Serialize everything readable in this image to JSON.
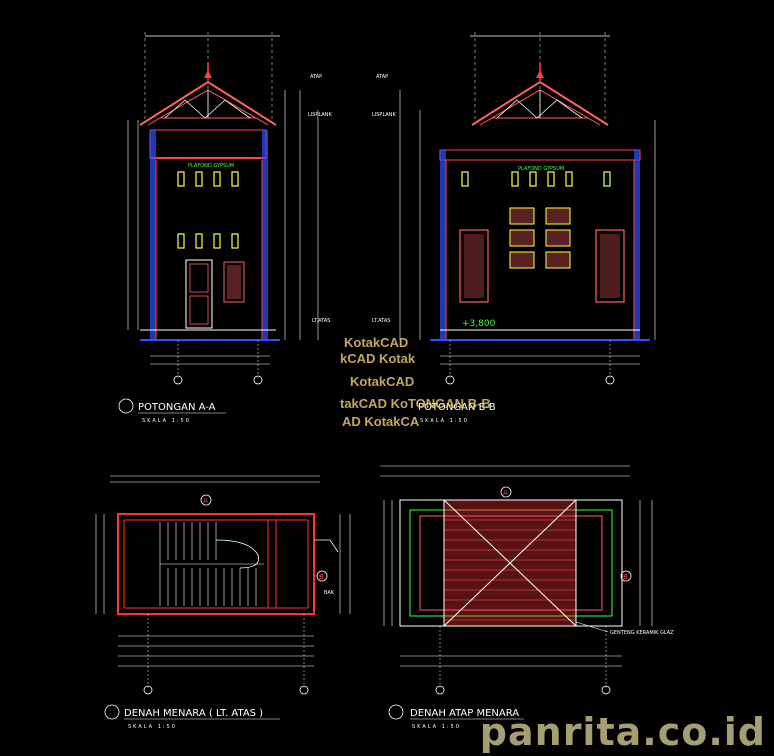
{
  "titles": {
    "section_a": "POTONGAN A-A",
    "section_b": "POTONGAN B-B",
    "plan_upper": "DENAH MENARA ( LT. ATAS )",
    "plan_roof": "DENAH ATAP MENARA",
    "scale": "SKALA 1:50"
  },
  "labels": {
    "atap": "ATAP",
    "lisplank": "LISPLANK",
    "plafond": "PLAFOND GYPSUM",
    "lt_atas": "LT.ATAS",
    "level": "+3,800",
    "genteng": "GENTENG KERAMIK GLAZ",
    "bak": "BAK",
    "grid_b": "B",
    "grid_a": "A"
  },
  "watermark": {
    "lines": [
      "KotakCAD",
      "kCAD Kotak",
      "KotakCAD",
      "takCAD KoTONGAN B-B",
      "AD KotakCA"
    ]
  },
  "site": "panrita.co.id",
  "colors": {
    "background": "#000000",
    "wall": "#ff3030",
    "structure": "#3050ff",
    "dimension": "#ffffff",
    "text_green": "#40ff40",
    "yellow": "#ffff40",
    "roof": "#ff6060"
  }
}
